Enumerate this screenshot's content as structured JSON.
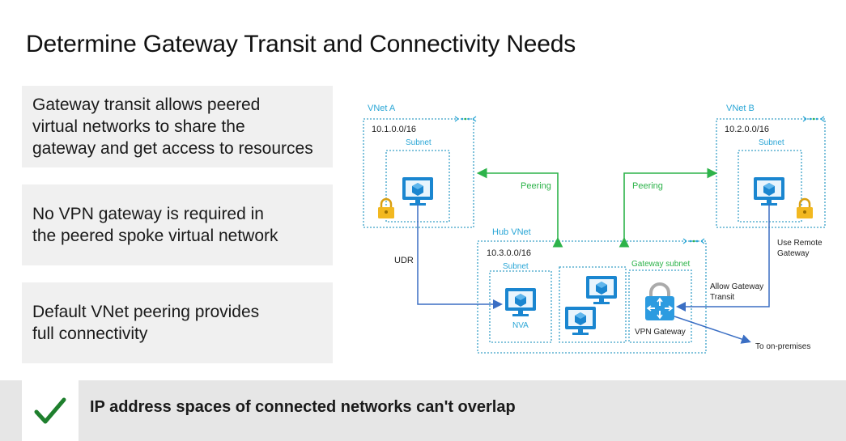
{
  "title": "Determine Gateway Transit and Connectivity Needs",
  "cards": [
    {
      "text": "Gateway transit allows peered\nvirtual networks to share the\ngateway and get access to resources"
    },
    {
      "text": "No VPN gateway is required in\nthe peered spoke virtual network"
    },
    {
      "text": "Default VNet peering provides\nfull connectivity"
    }
  ],
  "footer": {
    "text": "IP address spaces of connected networks can't overlap",
    "icon": "check-icon"
  },
  "diagram": {
    "vnet_a": {
      "label": "VNet A",
      "address": "10.1.0.0/16",
      "subnet": "Subnet"
    },
    "vnet_b": {
      "label": "VNet B",
      "address": "10.2.0.0/16",
      "subnet": "Subnet"
    },
    "hub": {
      "label": "Hub VNet",
      "address": "10.3.0.0/16",
      "subnet": "Subnet",
      "gateway_subnet": "Gateway subnet"
    },
    "peering_left": "Peering",
    "peering_right": "Peering",
    "udr": "UDR",
    "nva": "NVA",
    "vpn_gateway": "VPN Gateway",
    "use_remote_gateway": [
      "Use Remote",
      "Gateway"
    ],
    "allow_gateway_transit": [
      "Allow Gateway",
      "Transit"
    ],
    "on_premises": "To on-premises",
    "colors": {
      "peering": "#2db34a",
      "link": "#3b6fc4",
      "border": "#3aa0c8",
      "label": "#2aa6d6",
      "gateway_label": "#2db34a",
      "lock": "#f2b820",
      "vm": "#1a86d0"
    }
  }
}
